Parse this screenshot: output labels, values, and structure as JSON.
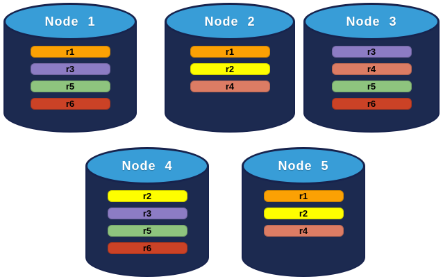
{
  "colors": {
    "cylinder_body": "#1C2A50",
    "cylinder_top": "#389DD7",
    "cylinder_outline": "#17234D",
    "node_label_text": "#FFFFFF",
    "bar_label_text": "#000000",
    "r1": "#FBA104",
    "r2": "#FEFE00",
    "r3": "#8C7CC4",
    "r4": "#DC7C64",
    "r5": "#8EC47E",
    "r6": "#CB4226"
  },
  "nodes": [
    {
      "label": "Node 1",
      "bars": [
        {
          "label": "r1",
          "color": "#FBA104"
        },
        {
          "label": "r3",
          "color": "#8C7CC4"
        },
        {
          "label": "r5",
          "color": "#8EC47E"
        },
        {
          "label": "r6",
          "color": "#CB4226"
        }
      ]
    },
    {
      "label": "Node 2",
      "bars": [
        {
          "label": "r1",
          "color": "#FBA104"
        },
        {
          "label": "r2",
          "color": "#FEFE00"
        },
        {
          "label": "r4",
          "color": "#DC7C64"
        }
      ]
    },
    {
      "label": "Node 3",
      "bars": [
        {
          "label": "r3",
          "color": "#8C7CC4"
        },
        {
          "label": "r4",
          "color": "#DC7C64"
        },
        {
          "label": "r5",
          "color": "#8EC47E"
        },
        {
          "label": "r6",
          "color": "#CB4226"
        }
      ]
    },
    {
      "label": "Node 4",
      "bars": [
        {
          "label": "r2",
          "color": "#FEFE00"
        },
        {
          "label": "r3",
          "color": "#8C7CC4"
        },
        {
          "label": "r5",
          "color": "#8EC47E"
        },
        {
          "label": "r6",
          "color": "#CB4226"
        }
      ]
    },
    {
      "label": "Node 5",
      "bars": [
        {
          "label": "r1",
          "color": "#FBA104"
        },
        {
          "label": "r2",
          "color": "#FEFE00"
        },
        {
          "label": "r4",
          "color": "#DC7C64"
        }
      ]
    }
  ]
}
